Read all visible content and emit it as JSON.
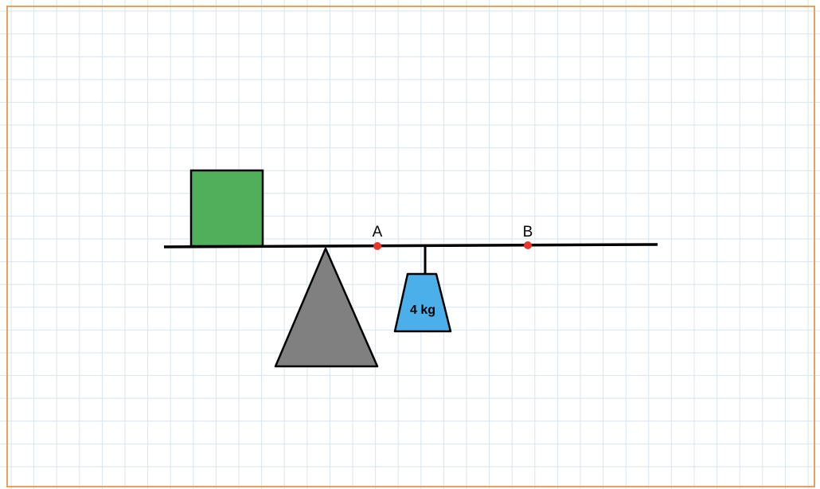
{
  "diagram": {
    "point_a_label": "A",
    "point_b_label": "B",
    "weight_label": "4 kg"
  },
  "colors": {
    "frame": "#E8A05E",
    "grid": "#D6E6EE",
    "beam": "#000000",
    "block": "#4FAF5A",
    "fulcrum": "#808080",
    "weight": "#4BAFEA",
    "point": "#E8382C"
  }
}
